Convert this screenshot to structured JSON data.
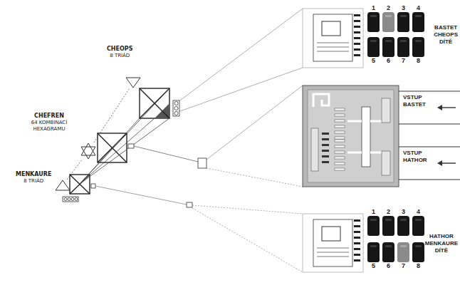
{
  "diagram": {
    "nodes": [
      {
        "text": [
          "CHEOPS",
          "8 TRIÁD"
        ]
      },
      {
        "text": [
          "CHEFREN",
          "64 KOMBINACÍ HEXAGRAMU"
        ]
      },
      {
        "text": [
          "MENKAURE",
          "8 TRIÁD"
        ]
      },
      {
        "text": [
          "1"
        ]
      },
      {
        "text": [
          "2"
        ]
      },
      {
        "text": [
          "3"
        ]
      },
      {
        "text": [
          "4"
        ]
      },
      {
        "text": [
          "5"
        ]
      },
      {
        "text": [
          "6"
        ]
      },
      {
        "text": [
          "7"
        ]
      },
      {
        "text": [
          "8"
        ]
      },
      {
        "text": [
          "1"
        ]
      },
      {
        "text": [
          "2"
        ]
      },
      {
        "text": [
          "3"
        ]
      },
      {
        "text": [
          "4"
        ]
      },
      {
        "text": [
          "5"
        ]
      },
      {
        "text": [
          "6"
        ]
      },
      {
        "text": [
          "7"
        ]
      },
      {
        "text": [
          "8"
        ]
      }
    ],
    "edges": [
      {
        "from": 2,
        "to": 1,
        "arrow": "none"
      },
      {
        "from": 1,
        "to": 0,
        "arrow": "none"
      }
    ],
    "labels": [
      "BASTET CHEOPS DÍTĚ",
      "VSTUP BASTET",
      "VSTUP HATHOR",
      "HATHOR MENKAURE DÍTĚ"
    ]
  }
}
